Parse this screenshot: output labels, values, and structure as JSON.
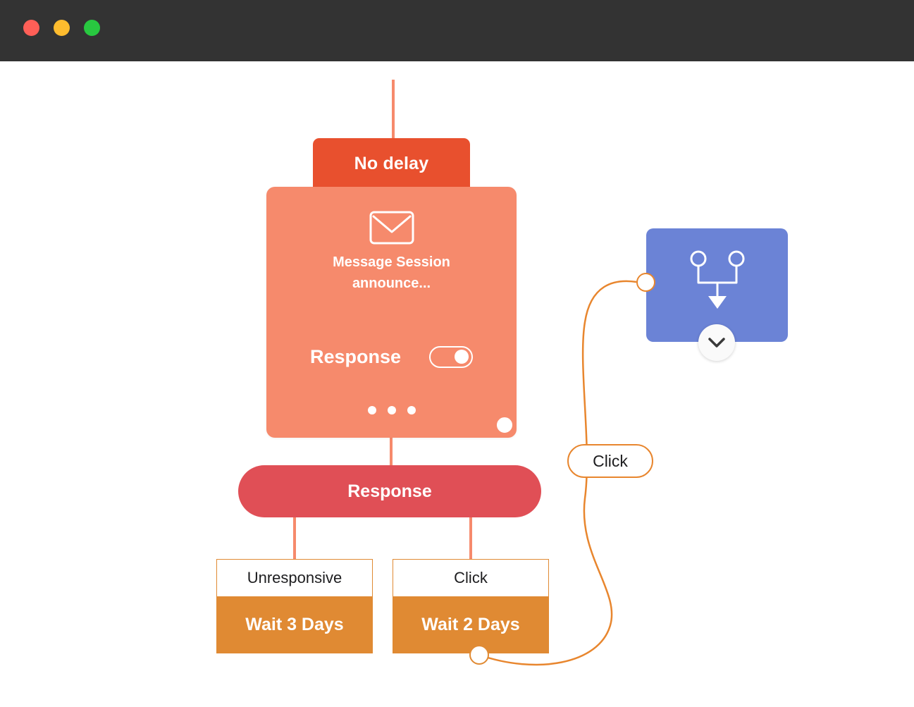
{
  "window": {
    "controls": [
      {
        "name": "close",
        "color": "#FF5F57"
      },
      {
        "name": "minimize",
        "color": "#FEBC2E"
      },
      {
        "name": "zoom",
        "color": "#28C840"
      }
    ]
  },
  "flow": {
    "delay_chip": {
      "label": "No delay",
      "color": "#E8502E"
    },
    "message_card": {
      "icon": "envelope-icon",
      "title": "Message Session announce...",
      "title_line1": "Message Session",
      "title_line2": "announce...",
      "response_label": "Response",
      "toggle_state": "on",
      "more_dots": 3,
      "color": "#F68A6C"
    },
    "response_pill": {
      "label": "Response",
      "color": "#E04F56"
    },
    "branches": [
      {
        "condition": "Unresponsive",
        "action": "Wait 3 Days",
        "color": "#E08A33"
      },
      {
        "condition": "Click",
        "action": "Wait 2 Days",
        "color": "#E08A33"
      }
    ],
    "merge_node": {
      "icon": "merge-arrow-icon",
      "expand_icon": "chevron-down-icon",
      "color": "#6B83D6"
    },
    "edge_label": {
      "label": "Click",
      "color": "#E8862E"
    },
    "connector_color": "#F68A6C",
    "edge_color": "#E8862E"
  }
}
